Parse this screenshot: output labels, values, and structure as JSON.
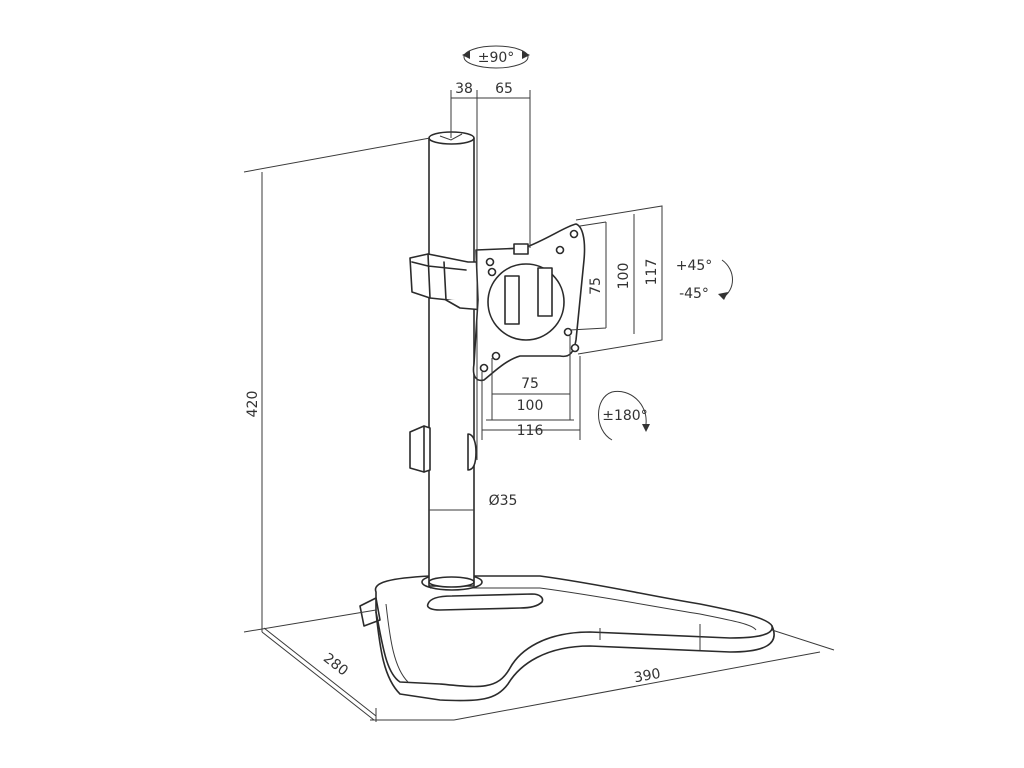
{
  "dimensions": {
    "rotation_top": "±90°",
    "offset_left": "38",
    "offset_right": "65",
    "height_total": "420",
    "vesa_v_small": "75",
    "vesa_v_large": "100",
    "plate_height": "117",
    "tilt_up": "+45°",
    "tilt_down": "-45°",
    "vesa_h_small": "75",
    "vesa_h_large": "100",
    "plate_width": "116",
    "rotation_plate": "±180°",
    "pole_diameter": "Ø35",
    "base_depth": "280",
    "base_width": "390"
  },
  "colors": {
    "line": "#2b2b2b",
    "text": "#333333"
  }
}
